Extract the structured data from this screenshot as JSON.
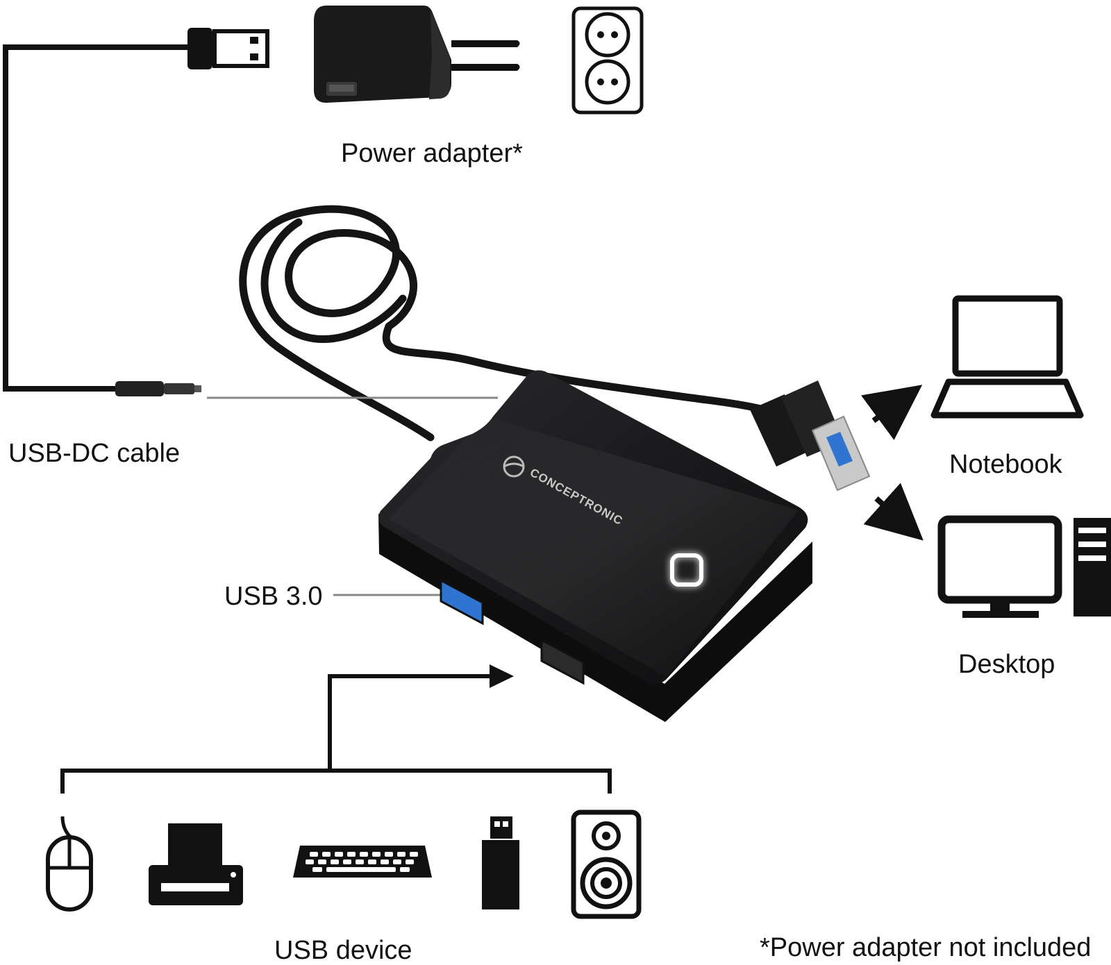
{
  "labels": {
    "power_adapter": "Power adapter*",
    "usb_dc_cable": "USB-DC cable",
    "usb_30": "USB 3.0",
    "notebook": "Notebook",
    "desktop": "Desktop",
    "usb_device": "USB device",
    "footnote": "*Power adapter not included"
  },
  "brand": {
    "name": "CONCEPTRONIC"
  },
  "icons": {
    "usb_plug": "usb-plug-icon",
    "power_adapter": "power-adapter-icon",
    "wall_socket": "wall-socket-icon",
    "hub": "usb-hub-icon",
    "notebook": "laptop-icon",
    "desktop": "desktop-computer-icon",
    "mouse": "mouse-icon",
    "printer": "printer-icon",
    "keyboard": "keyboard-icon",
    "flash_drive": "usb-flash-drive-icon",
    "speaker": "speaker-icon"
  },
  "colors": {
    "ink": "#111111",
    "hub_body": "#1c1c1e",
    "usb3_port": "#2f74d0",
    "led": "#ffffff",
    "leader_line": "#888888"
  }
}
